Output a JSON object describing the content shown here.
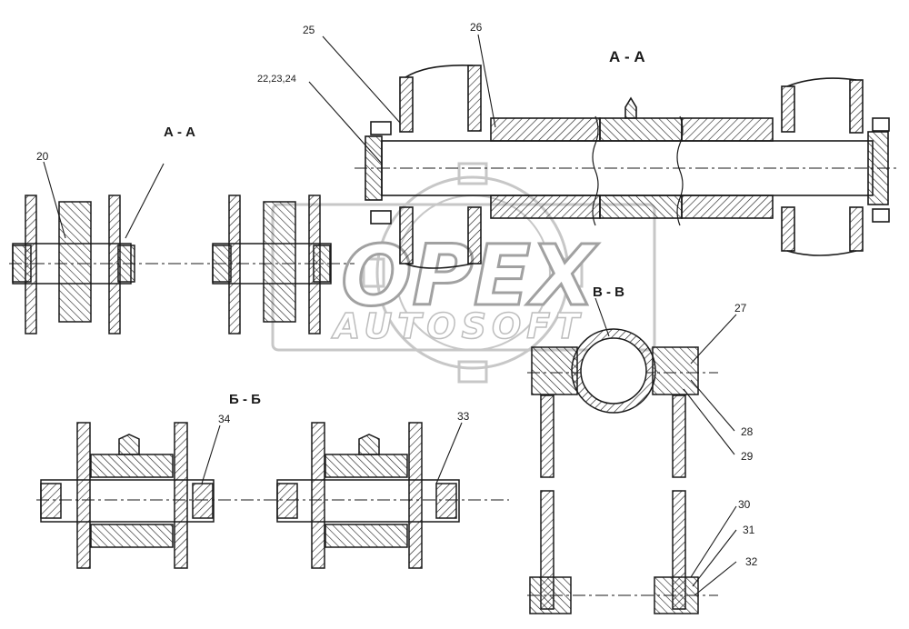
{
  "sections": {
    "aa_top": "А - А",
    "aa_left": "А - А",
    "bb": "Б - Б",
    "vv": "В - В"
  },
  "callouts": {
    "c20": "20",
    "c22_24": "22,23,24",
    "c25": "25",
    "c26": "26",
    "c27": "27",
    "c28": "28",
    "c29": "29",
    "c30": "30",
    "c31": "31",
    "c32": "32",
    "c33": "33",
    "c34": "34"
  },
  "watermark": {
    "brand": "OPEX",
    "sub": "AUTOSOFT"
  },
  "colors": {
    "ink": "#1a1a1a",
    "watermark": "#9a9a9a"
  }
}
